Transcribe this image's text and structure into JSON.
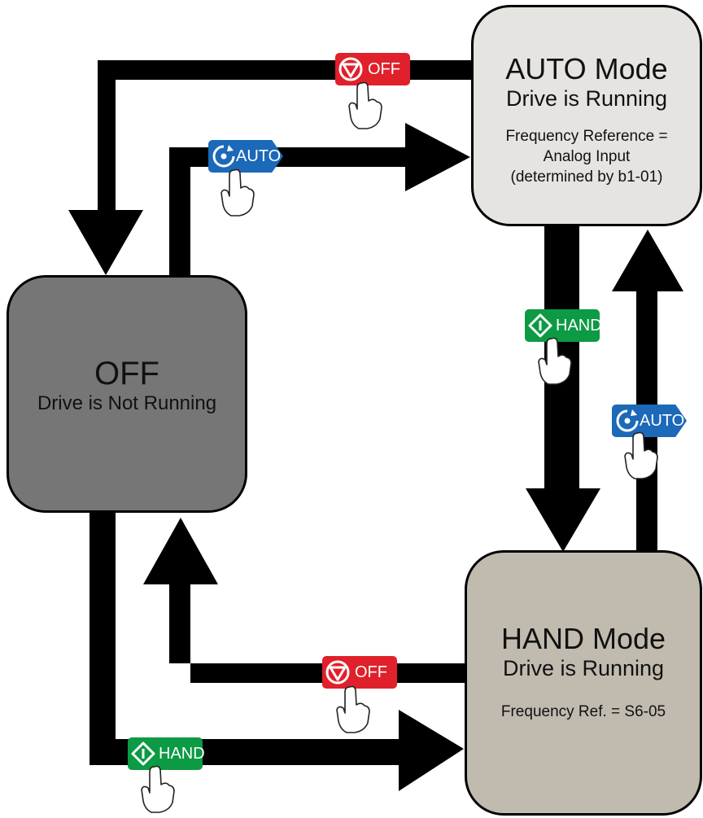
{
  "auto_mode": {
    "title": "AUTO Mode",
    "subtitle": "Drive is Running",
    "freq": "Frequency Reference =\nAnalog Input\n(determined by b1-01)"
  },
  "off_state": {
    "title": "OFF",
    "subtitle": "Drive is Not Running"
  },
  "hand_mode": {
    "title": "HAND Mode",
    "subtitle": "Drive is Running",
    "freq": "Frequency Ref. = S6-05"
  },
  "buttons": {
    "off_top": "OFF",
    "auto_top": "AUTO",
    "hand_right": "HAND",
    "auto_right": "AUTO",
    "off_bottom": "OFF",
    "hand_bottom": "HAND"
  },
  "colors": {
    "off_button": "#e0202a",
    "auto_button": "#1b69b8",
    "hand_button": "#0c9a44",
    "auto_box": "#e6e4e1",
    "off_box": "#767676",
    "hand_box": "#c1bbaf"
  }
}
